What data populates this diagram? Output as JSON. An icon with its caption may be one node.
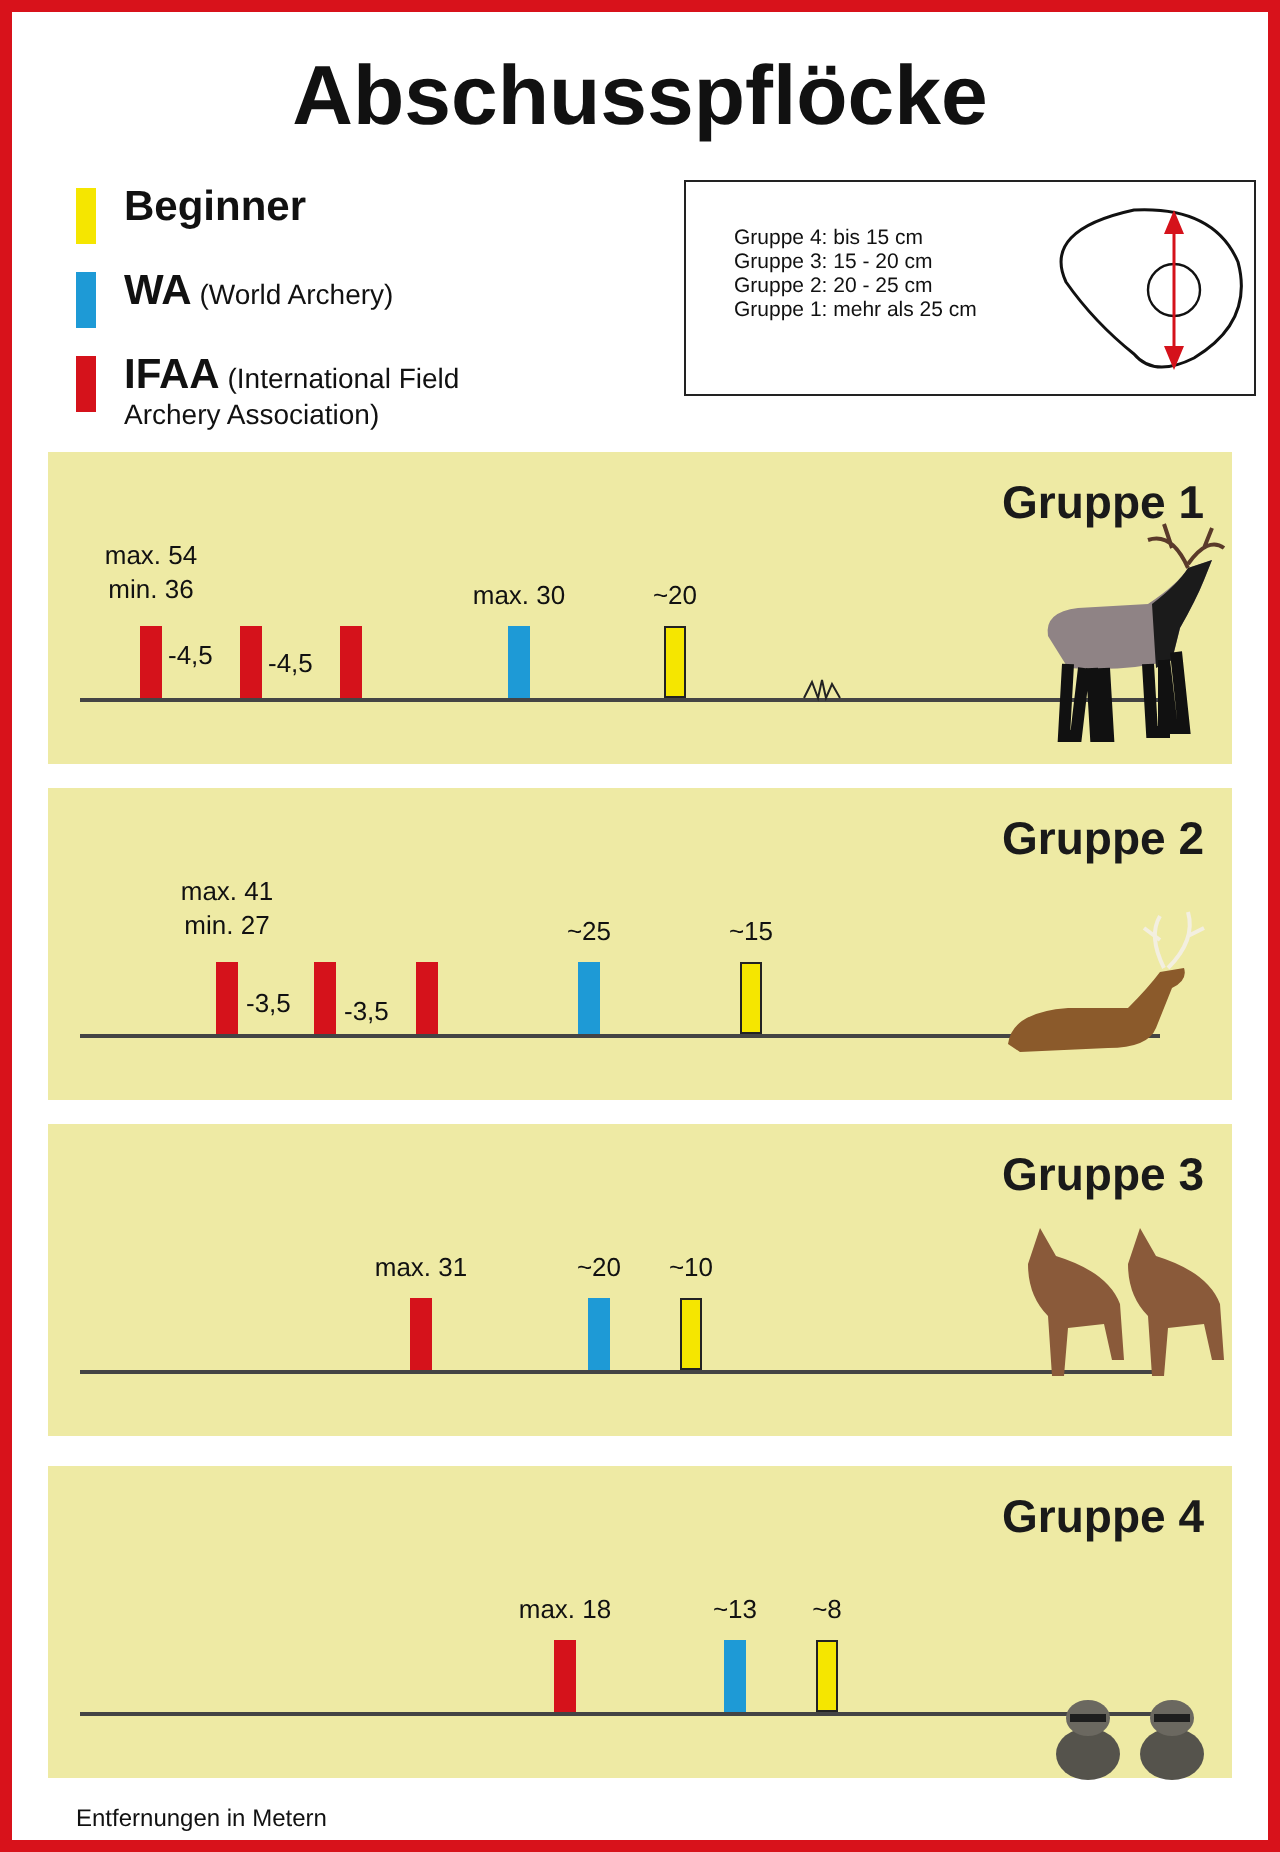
{
  "diagram": {
    "title": "Abschusspflöcke",
    "caption": "Entfernungen in Metern",
    "nodes": [
      {
        "text": [
          "Gruppe 4: bis 15 cm",
          "Gruppe 3: 15 - 20 cm",
          "Gruppe 2: 20 - 25 cm",
          "Gruppe 1: mehr als 25 cm"
        ]
      },
      {
        "text": [
          "Gruppe 1"
        ]
      },
      {
        "text": [],
        "shape": "bar",
        "in": 1,
        "beside": [
          "max. 54 min. 36"
        ]
      },
      {
        "text": [],
        "shape": "bar",
        "in": 1
      },
      {
        "text": [],
        "shape": "bar",
        "in": 1
      },
      {
        "text": [],
        "shape": "bar",
        "in": 1,
        "beside": [
          "max. 30"
        ]
      },
      {
        "text": [],
        "shape": "bar",
        "in": 1,
        "beside": [
          "~20"
        ]
      },
      {
        "text": [
          "Gruppe 2"
        ]
      },
      {
        "text": [],
        "shape": "bar",
        "in": 7,
        "beside": [
          "max. 41 min. 27"
        ]
      },
      {
        "text": [],
        "shape": "bar",
        "in": 7
      },
      {
        "text": [],
        "shape": "bar",
        "in": 7
      },
      {
        "text": [],
        "shape": "bar",
        "in": 7,
        "beside": [
          "~25"
        ]
      },
      {
        "text": [],
        "shape": "bar",
        "in": 7,
        "beside": [
          "~15"
        ]
      },
      {
        "text": [
          "Gruppe 3"
        ]
      },
      {
        "text": [],
        "shape": "bar",
        "in": 13,
        "beside": [
          "max. 31"
        ]
      },
      {
        "text": [],
        "shape": "bar",
        "in": 13,
        "beside": [
          "~20"
        ]
      },
      {
        "text": [],
        "shape": "bar",
        "in": 13,
        "beside": [
          "~10"
        ]
      },
      {
        "text": [
          "Gruppe 4"
        ]
      },
      {
        "text": [],
        "shape": "bar",
        "in": 17,
        "beside": [
          "max. 18"
        ]
      },
      {
        "text": [],
        "shape": "bar",
        "in": 17,
        "beside": [
          "~13"
        ]
      },
      {
        "text": [],
        "shape": "bar",
        "in": 17,
        "beside": [
          "~8"
        ]
      }
    ],
    "labels": [
      "-4,5",
      "-4,5",
      "-3,5",
      "-3,5"
    ],
    "legend": [
      {
        "text": "Beginner",
        "color": "#f5e600"
      },
      {
        "text": "**WA** (World Archery)",
        "color": "#1e9ad6"
      },
      {
        "text": "**IFAA** (International Field Archery Association)",
        "color": "#d5121b"
      }
    ]
  }
}
